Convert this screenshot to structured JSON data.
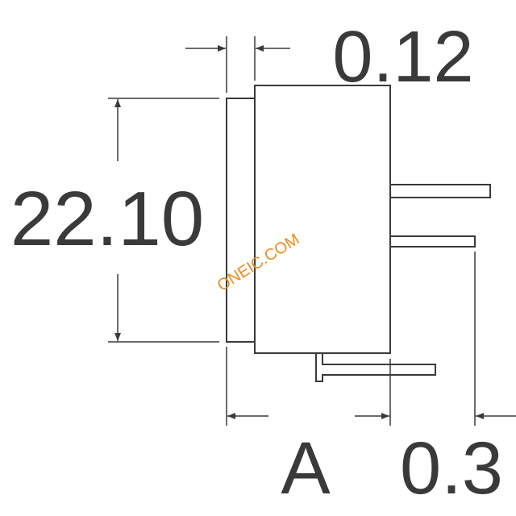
{
  "dimensions": {
    "height": "22.10",
    "top_gap": "0.12",
    "body_width": "A",
    "pin_offset": "0.3"
  },
  "watermark": {
    "text": "ONEIC.COM",
    "color": "#f08a1c"
  },
  "colors": {
    "line": "#3a3a3a",
    "background": "#ffffff"
  }
}
